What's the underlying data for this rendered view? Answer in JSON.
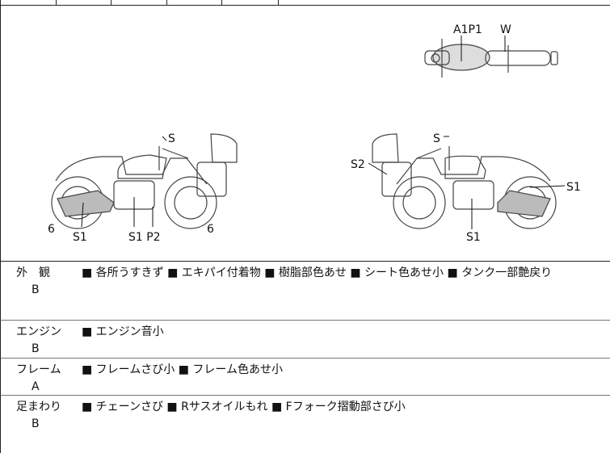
{
  "diagram": {
    "top_view_labels": [
      "A1P1",
      "W"
    ],
    "left_view_labels": [
      "S",
      "6",
      "S1",
      "S1 P2",
      "6"
    ],
    "right_view_labels": [
      "S",
      "S2",
      "S1",
      "S1"
    ]
  },
  "sections": [
    {
      "label": "外　観",
      "grade": "B",
      "items": "■ 各所うすきず ■ エキパイ付着物 ■ 樹脂部色あせ ■ シート色あせ小 ■ タンク一部艶戻り"
    },
    {
      "label": "エンジン",
      "grade": "B",
      "items": "■ エンジン音小"
    },
    {
      "label": "フレーム",
      "grade": "A",
      "items": "■ フレームさび小 ■ フレーム色あせ小"
    },
    {
      "label": "足まわり",
      "grade": "B",
      "items": "■ チェーンさび ■ Rサスオイルもれ ■ Fフォーク摺動部さび小"
    }
  ]
}
